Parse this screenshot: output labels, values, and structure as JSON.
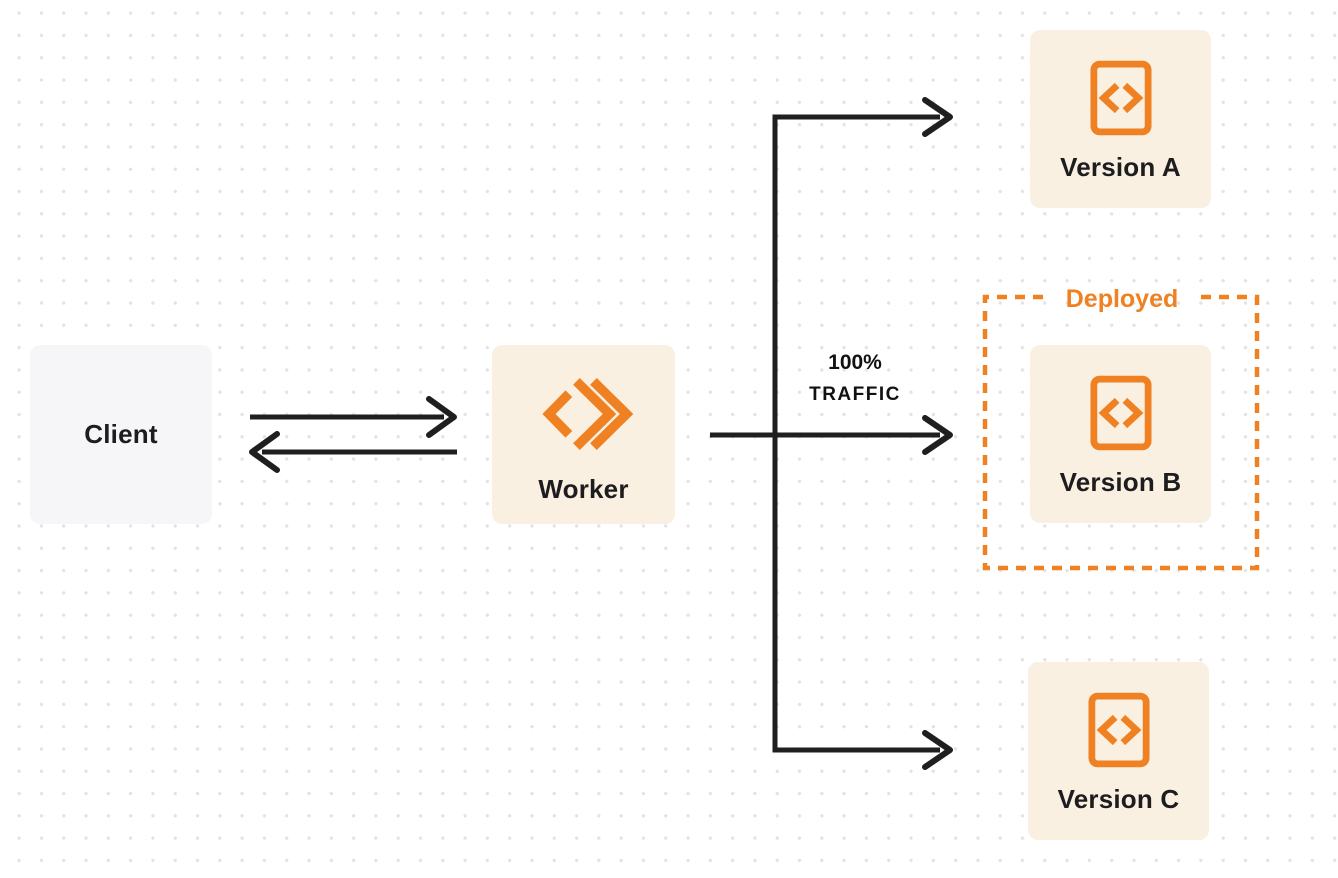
{
  "nodes": {
    "client": {
      "label": "Client"
    },
    "worker": {
      "label": "Worker"
    },
    "version_a": {
      "label": "Version A"
    },
    "version_b": {
      "label": "Version B"
    },
    "version_c": {
      "label": "Version C"
    }
  },
  "annotations": {
    "deployed": "Deployed",
    "traffic_line1": "100%",
    "traffic_line2": "TRAFFIC"
  },
  "icons": {
    "worker": "worker-chevrons-icon",
    "version": "code-file-icon"
  },
  "colors": {
    "orange": "#ef8122",
    "node_cream_bg": "#faf0e1",
    "node_gray_bg": "#f6f6f8",
    "arrow": "#1f1f1f",
    "text_dark": "#1d1d1f",
    "dot_grid": "#e3e3e6",
    "background": "#ffffff"
  }
}
